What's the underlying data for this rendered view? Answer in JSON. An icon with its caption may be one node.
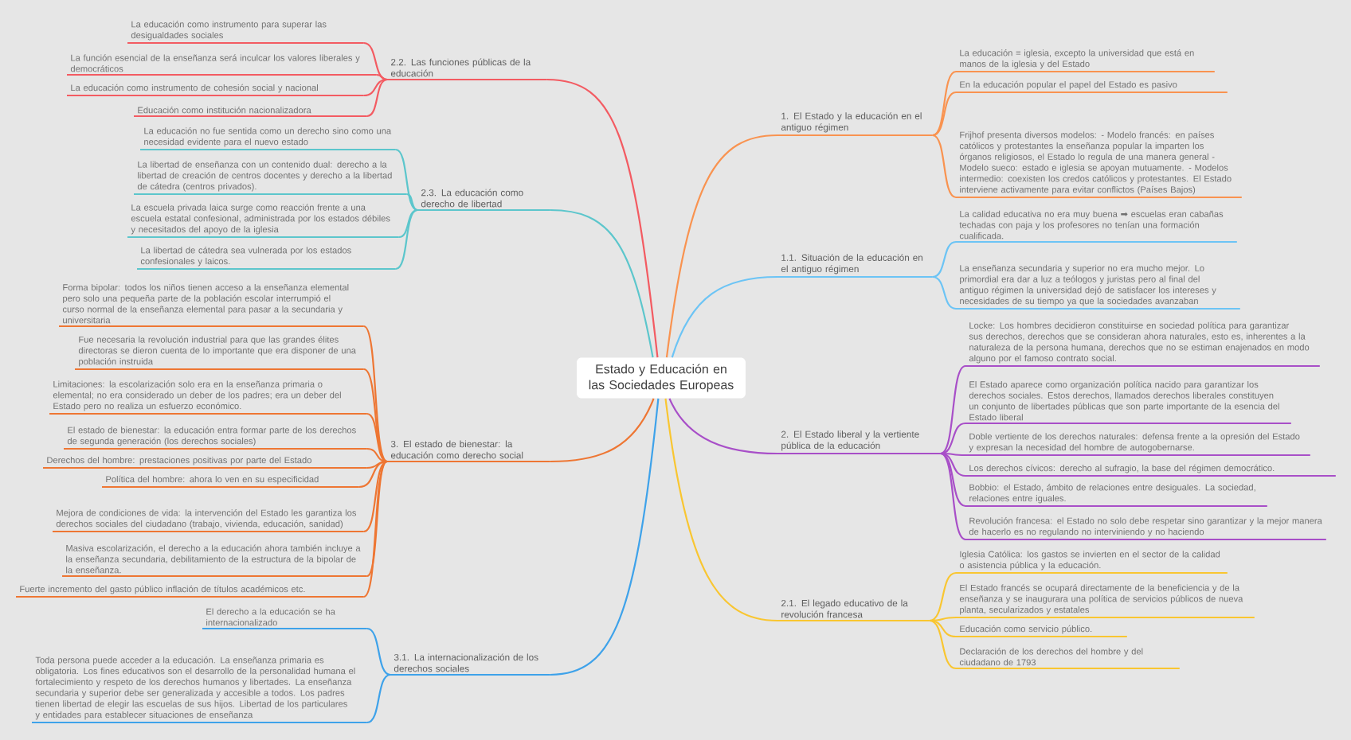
{
  "diagram": {
    "nodes": [
      {
        "text": [
          "Estado y Educación en las Sociedades Europeas"
        ]
      },
      {
        "text": [
          "2.2. Las funciones públicas de la educación"
        ]
      },
      {
        "text": [
          "La educación como instrumento para superar las desigualdades sociales"
        ]
      },
      {
        "text": [
          "La función esencial de la enseñanza será inculcar los valores liberales y democráticos"
        ]
      },
      {
        "text": [
          "La educación como instrumento de cohesión social y nacional"
        ]
      },
      {
        "text": [
          "Educación como institución nacionalizadora"
        ]
      },
      {
        "text": [
          "2.3. La educación como derecho de libertad"
        ]
      },
      {
        "text": [
          "La educación no fue sentida como un derecho sino como una necesidad evidente para el nuevo estado"
        ]
      },
      {
        "text": [
          "La libertad de enseñanza con un contenido dual: derecho a la libertad de creación de centros docentes y derecho a la libertad de cátedra (centros privados)."
        ]
      },
      {
        "text": [
          "La escuela privada laica surge como reacción frente a una escuela estatal confesional, administrada por los estados débiles y necesitados del apoyo de la iglesia"
        ]
      },
      {
        "text": [
          "La libertad de cátedra sea vulnerada por los estados confesionales y laicos."
        ]
      },
      {
        "text": [
          "3. El estado de bienestar: la educación como derecho social"
        ]
      },
      {
        "text": [
          "Forma bipolar: todos los niños tienen acceso a la enseñanza elemental pero solo una pequeña parte de la población escolar interrumpió el curso normal de la enseñanza elemental para pasar a la secundaria y universitaria"
        ]
      },
      {
        "text": [
          "Fue necesaria la revolución industrial para que las grandes élites directoras se dieron cuenta de lo importante que era disponer de una población instruida"
        ]
      },
      {
        "text": [
          "Limitaciones: la escolarización solo era en la enseñanza primaria o elemental; no era considerado un deber de los padres; era un deber del Estado pero no realiza un esfuerzo económico."
        ]
      },
      {
        "text": [
          "El estado de bienestar: la educación entra formar parte de los derechos de segunda generación (los derechos sociales)"
        ]
      },
      {
        "text": [
          "Derechos del hombre: prestaciones positivas por parte del Estado"
        ]
      },
      {
        "text": [
          "Política del hombre: ahora lo ven en su especificidad"
        ]
      },
      {
        "text": [
          "Mejora de condiciones de vida: la intervención del Estado les garantiza los derechos sociales del ciudadano (trabajo, vivienda, educación, sanidad)"
        ]
      },
      {
        "text": [
          "Masiva escolarización, el derecho a la educación ahora también incluye a la enseñanza secundaria, debilitamiento de la estructura de la bipolar de la enseñanza."
        ]
      },
      {
        "text": [
          "Fuerte incremento del gasto público inflación de títulos académicos etc."
        ]
      },
      {
        "text": [
          "3.1. La internacionalización de los derechos sociales"
        ]
      },
      {
        "text": [
          "El derecho a la educación se ha internacionalizado"
        ]
      },
      {
        "text": [
          "Toda persona puede acceder a la educación. La enseñanza primaria es obligatoria. Los fines educativos son el desarrollo de la personalidad humana el fortalecimiento y respeto de los derechos humanos y libertades. La enseñanza secundaria y superior debe ser generalizada y accesible a todos. Los padres tienen libertad de elegir las escuelas de sus hijos. Libertad de los particulares y entidades para establecer situaciones de enseñanza"
        ]
      },
      {
        "text": [
          "1. El Estado y la educación en el antiguo régimen"
        ]
      },
      {
        "text": [
          "La educación = iglesia, excepto la universidad que está en manos de la iglesia y del Estado"
        ]
      },
      {
        "text": [
          "En la educación popular el papel del Estado es pasivo"
        ]
      },
      {
        "text": [
          "Frijhof presenta diversos modelos: - Modelo francés: en países católicos y protestantes la enseñanza popular la imparten los órganos religiosos, el Estado lo regula de una manera general - Modelo sueco: estado e iglesia se apoyan mutuamente. - Modelos intermedio: coexisten los credos católicos y protestantes. El Estado interviene activamente para evitar conflictos (Países Bajos)"
        ]
      },
      {
        "text": [
          "1.1. Situación de la educación en el antiguo régimen"
        ]
      },
      {
        "text": [
          "La calidad educativa no era muy buena ➡ escuelas eran cabañas techadas con paja y los profesores no tenían una formación cualificada."
        ]
      },
      {
        "text": [
          "La enseñanza secundaria y superior no era mucho mejor. Lo primordial era dar a luz a teólogos y juristas pero al final del antiguo régimen la universidad dejó de satisfacer los intereses y necesidades de su tiempo ya que la sociedades avanzaban"
        ]
      },
      {
        "text": [
          "2. El Estado liberal y la vertiente pública de la educación"
        ]
      },
      {
        "text": [
          "Locke: Los hombres decidieron constituirse en sociedad política para garantizar sus derechos, derechos que se consideran ahora naturales, esto es, inherentes a la naturaleza de la persona humana, derechos que no se estiman enajenados en modo alguno por el famoso contrato social."
        ]
      },
      {
        "text": [
          "El Estado aparece como organización política nacido para garantizar los derechos sociales. Estos derechos, llamados derechos liberales constituyen un conjunto de libertades públicas que son parte importante de la esencia del Estado liberal"
        ]
      },
      {
        "text": [
          "Doble vertiente de los derechos naturales: defensa frente a la opresión del Estado y expresan la necesidad del hombre de autogobernarse."
        ]
      },
      {
        "text": [
          "Los derechos cívicos: derecho al sufragio, la base del régimen democrático."
        ]
      },
      {
        "text": [
          "Bobbio: el Estado, ámbito de relaciones entre desiguales. La sociedad, relaciones entre iguales."
        ]
      },
      {
        "text": [
          "Revolución francesa: el Estado no solo debe respetar sino garantizar y la mejor manera de hacerlo es no regulando no interviniendo y no haciendo"
        ]
      },
      {
        "text": [
          "2.1. El legado educativo de la revolución francesa"
        ]
      },
      {
        "text": [
          "Iglesia Católica: los gastos se invierten en el sector de la calidad o asistencia pública y la educación."
        ]
      },
      {
        "text": [
          "El Estado francés se ocupará directamente de la beneficiencia y de la enseñanza y se inaugurara una política de servicios públicos de nueva planta, secularizados y estatales"
        ]
      },
      {
        "text": [
          "Educación como servicio público."
        ]
      },
      {
        "text": [
          "Declaración de los derechos del hombre y del ciudadano de 1793"
        ]
      }
    ],
    "edges": [
      {
        "from": 0,
        "to": 1,
        "arrow": "none",
        "color": "#f35b62"
      },
      {
        "from": 1,
        "to": 2,
        "arrow": "none",
        "color": "#f35b62"
      },
      {
        "from": 1,
        "to": 3,
        "arrow": "none",
        "color": "#f35b62"
      },
      {
        "from": 1,
        "to": 4,
        "arrow": "none",
        "color": "#f35b62"
      },
      {
        "from": 1,
        "to": 5,
        "arrow": "none",
        "color": "#f35b62"
      },
      {
        "from": 0,
        "to": 6,
        "arrow": "none",
        "color": "#5cc6cc"
      },
      {
        "from": 6,
        "to": 7,
        "arrow": "none",
        "color": "#5cc6cc"
      },
      {
        "from": 6,
        "to": 8,
        "arrow": "none",
        "color": "#5cc6cc"
      },
      {
        "from": 6,
        "to": 9,
        "arrow": "none",
        "color": "#5cc6cc"
      },
      {
        "from": 6,
        "to": 10,
        "arrow": "none",
        "color": "#5cc6cc"
      },
      {
        "from": 0,
        "to": 11,
        "arrow": "none",
        "color": "#ee7633"
      },
      {
        "from": 11,
        "to": 12,
        "arrow": "none",
        "color": "#ee7633"
      },
      {
        "from": 11,
        "to": 13,
        "arrow": "none",
        "color": "#ee7633"
      },
      {
        "from": 11,
        "to": 14,
        "arrow": "none",
        "color": "#ee7633"
      },
      {
        "from": 11,
        "to": 15,
        "arrow": "none",
        "color": "#ee7633"
      },
      {
        "from": 11,
        "to": 16,
        "arrow": "none",
        "color": "#ee7633"
      },
      {
        "from": 11,
        "to": 17,
        "arrow": "none",
        "color": "#ee7633"
      },
      {
        "from": 11,
        "to": 18,
        "arrow": "none",
        "color": "#ee7633"
      },
      {
        "from": 11,
        "to": 19,
        "arrow": "none",
        "color": "#ee7633"
      },
      {
        "from": 11,
        "to": 20,
        "arrow": "none",
        "color": "#ee7633"
      },
      {
        "from": 0,
        "to": 21,
        "arrow": "none",
        "color": "#3ea2ea"
      },
      {
        "from": 21,
        "to": 22,
        "arrow": "none",
        "color": "#3ea2ea"
      },
      {
        "from": 21,
        "to": 23,
        "arrow": "none",
        "color": "#3ea2ea"
      },
      {
        "from": 0,
        "to": 24,
        "arrow": "none",
        "color": "#f99350"
      },
      {
        "from": 24,
        "to": 25,
        "arrow": "none",
        "color": "#f99350"
      },
      {
        "from": 24,
        "to": 26,
        "arrow": "none",
        "color": "#f99350"
      },
      {
        "from": 24,
        "to": 27,
        "arrow": "none",
        "color": "#f99350"
      },
      {
        "from": 0,
        "to": 28,
        "arrow": "none",
        "color": "#6cc4f5"
      },
      {
        "from": 28,
        "to": 29,
        "arrow": "none",
        "color": "#6cc4f5"
      },
      {
        "from": 28,
        "to": 30,
        "arrow": "none",
        "color": "#6cc4f5"
      },
      {
        "from": 0,
        "to": 31,
        "arrow": "none",
        "color": "#a84fc8"
      },
      {
        "from": 31,
        "to": 32,
        "arrow": "none",
        "color": "#a84fc8"
      },
      {
        "from": 31,
        "to": 33,
        "arrow": "none",
        "color": "#a84fc8"
      },
      {
        "from": 31,
        "to": 34,
        "arrow": "none",
        "color": "#a84fc8"
      },
      {
        "from": 31,
        "to": 35,
        "arrow": "none",
        "color": "#a84fc8"
      },
      {
        "from": 31,
        "to": 36,
        "arrow": "none",
        "color": "#a84fc8"
      },
      {
        "from": 31,
        "to": 37,
        "arrow": "none",
        "color": "#a84fc8"
      },
      {
        "from": 0,
        "to": 38,
        "arrow": "none",
        "color": "#f9c631"
      },
      {
        "from": 38,
        "to": 39,
        "arrow": "none",
        "color": "#f9c631"
      },
      {
        "from": 38,
        "to": 40,
        "arrow": "none",
        "color": "#f9c631"
      },
      {
        "from": 38,
        "to": 41,
        "arrow": "none",
        "color": "#f9c631"
      },
      {
        "from": 38,
        "to": 42,
        "arrow": "none",
        "color": "#f9c631"
      }
    ]
  }
}
